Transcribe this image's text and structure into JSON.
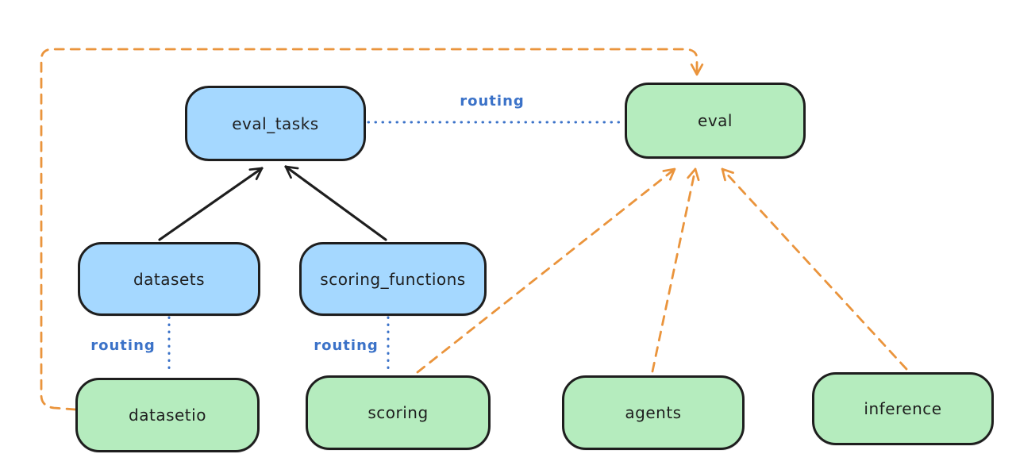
{
  "colors": {
    "stroke": "#1e1e1e",
    "api_fill": "#a5d8ff",
    "provider_fill": "#b5ecbe",
    "routing_blue": "#3b72c8",
    "orange": "#ea943c",
    "background": "#ffffff"
  },
  "nodes": {
    "eval_tasks": {
      "label": "eval_tasks",
      "type": "api"
    },
    "eval": {
      "label": "eval",
      "type": "provider"
    },
    "datasets": {
      "label": "datasets",
      "type": "api"
    },
    "scoring_functions": {
      "label": "scoring_functions",
      "type": "api"
    },
    "datasetio": {
      "label": "datasetio",
      "type": "provider"
    },
    "scoring": {
      "label": "scoring",
      "type": "provider"
    },
    "agents": {
      "label": "agents",
      "type": "provider"
    },
    "inference": {
      "label": "inference",
      "type": "provider"
    }
  },
  "labels": {
    "routing_eval": "routing",
    "routing_datasetio": "routing",
    "routing_scoring": "routing"
  },
  "edges": [
    {
      "from": "datasets",
      "to": "eval_tasks",
      "style": "solid-arrow",
      "color": "black"
    },
    {
      "from": "scoring_functions",
      "to": "eval_tasks",
      "style": "solid-arrow",
      "color": "black"
    },
    {
      "from": "eval_tasks",
      "to": "eval",
      "style": "dotted",
      "color": "blue",
      "label": "routing"
    },
    {
      "from": "datasets",
      "to": "datasetio",
      "style": "dotted",
      "color": "blue",
      "label": "routing"
    },
    {
      "from": "scoring_functions",
      "to": "scoring",
      "style": "dotted",
      "color": "blue",
      "label": "routing"
    },
    {
      "from": "datasetio",
      "to": "eval",
      "style": "dashed-arrow",
      "color": "orange"
    },
    {
      "from": "scoring",
      "to": "eval",
      "style": "dashed-arrow",
      "color": "orange"
    },
    {
      "from": "agents",
      "to": "eval",
      "style": "dashed-arrow",
      "color": "orange"
    },
    {
      "from": "inference",
      "to": "eval",
      "style": "dashed-arrow",
      "color": "orange"
    }
  ]
}
